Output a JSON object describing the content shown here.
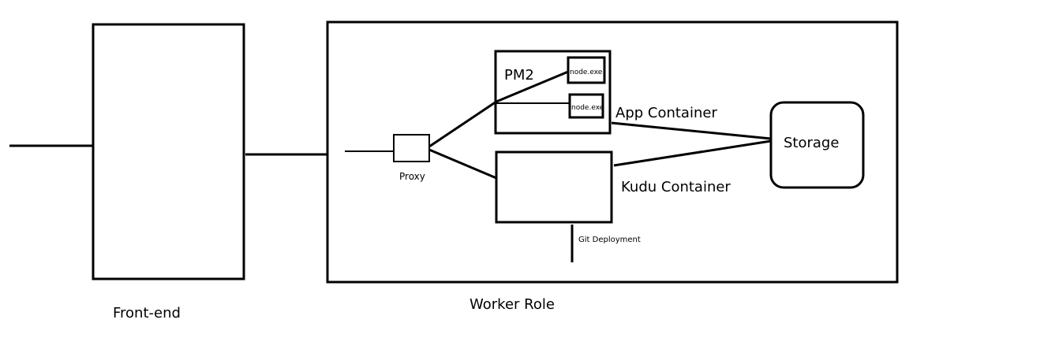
{
  "labels": {
    "front_end": "Front-end",
    "worker_role": "Worker Role",
    "pm2": "PM2",
    "node_exe_1": "node.exe",
    "node_exe_2": "node.exe",
    "app_container": "App Container",
    "proxy": "Proxy",
    "kudu_container": "Kudu Container",
    "storage": "Storage",
    "git_deployment": "Git Deployment"
  },
  "colors": {
    "stroke": "#000000",
    "background": "#ffffff"
  }
}
